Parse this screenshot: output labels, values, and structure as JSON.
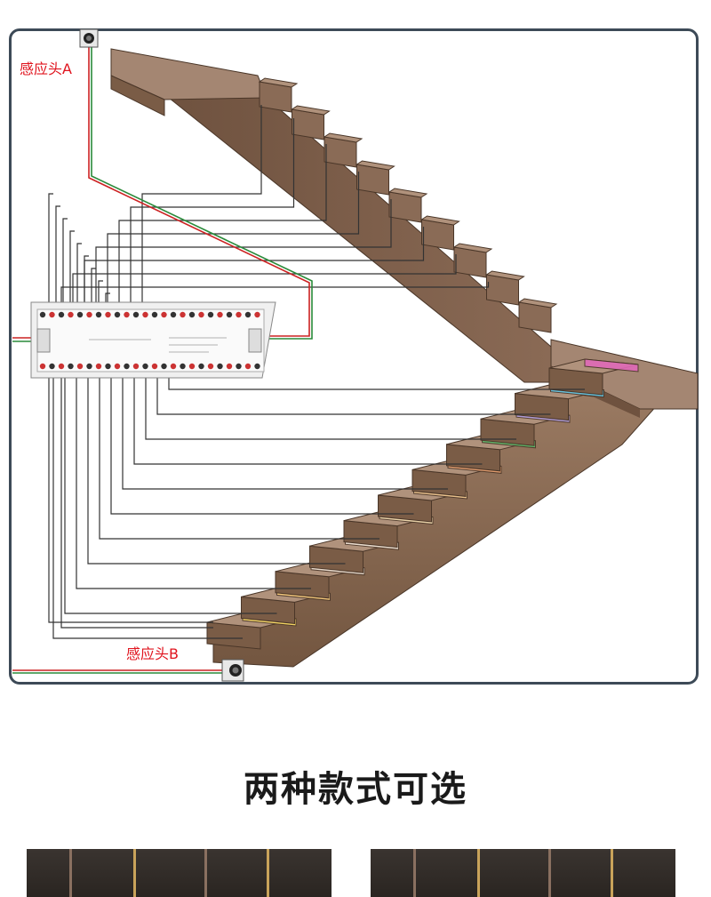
{
  "sensors": {
    "a_label": "感应头A",
    "b_label": "感应头B"
  },
  "section": {
    "title": "两种款式可选"
  },
  "colors": {
    "frame": "#3d4a57",
    "label": "#e0141e",
    "stair_wood": "#8a6a55",
    "step_lights": [
      "#ffe066",
      "#ffd280",
      "#f2e6d9",
      "#f2e6d9",
      "#f2dcb0",
      "#f2c890",
      "#e8a070",
      "#5ab868",
      "#b09ee0",
      "#60c8e8",
      "#e06ab8"
    ]
  },
  "icons": {
    "sensor": "sensor-icon",
    "controller": "controller-icon"
  }
}
